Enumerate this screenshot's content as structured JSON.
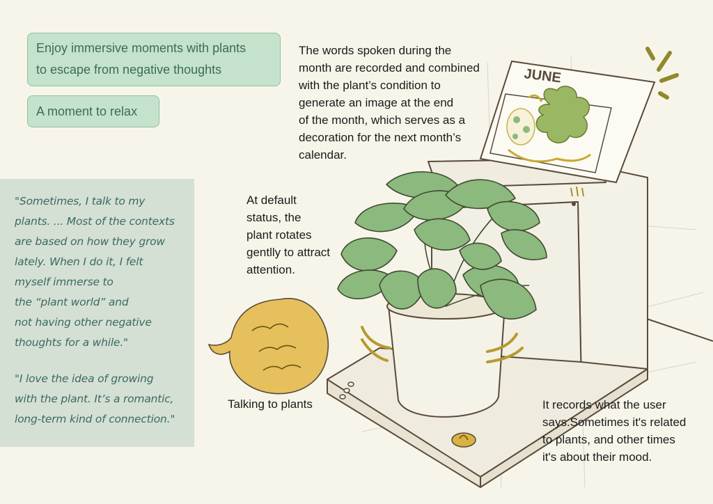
{
  "tags": {
    "immersive": [
      "Enjoy immersive moments with plants",
      "to escape from negative thoughts"
    ],
    "relax": "A moment to relax"
  },
  "quotes": [
    [
      "\"Sometimes, I talk to my",
      "plants. ... Most of the contexts",
      "are based on how they grow",
      "lately. When I do it, I felt",
      "myself immerse to",
      "the “plant world” and",
      "not having other negative",
      "thoughts for a while.\""
    ],
    [
      "\"I love the idea of growing",
      "with the plant. It’s a romantic,",
      "long-term kind of connection.\""
    ]
  ],
  "annotations": {
    "recorded": [
      "The words spoken during the",
      "month are recorded and combined",
      "with the plant’s condition to",
      "generate an image at the end",
      "of the month, which serves as a",
      "decoration for the next month’s",
      "calendar."
    ],
    "rotate": [
      "At default",
      "status, the",
      "plant rotates",
      "gentlly to attract",
      "attention."
    ],
    "talking": "Talking to plants",
    "records": [
      "It records what the user",
      "says.Sometimes it's related",
      "to plants, and other times",
      "it's about their mood."
    ]
  },
  "calendar": {
    "month": "JUNE"
  },
  "colors": {
    "leaf": "#8cb97d",
    "bubble": "#e6c05c",
    "mint": "#c5e3cc",
    "quote_bg": "#d5e0d4",
    "outline": "#5a4a3a"
  },
  "icons": [
    "speech-bubble-icon",
    "sparkle-lines-icon",
    "plant-leaf-icon",
    "button-icon"
  ]
}
